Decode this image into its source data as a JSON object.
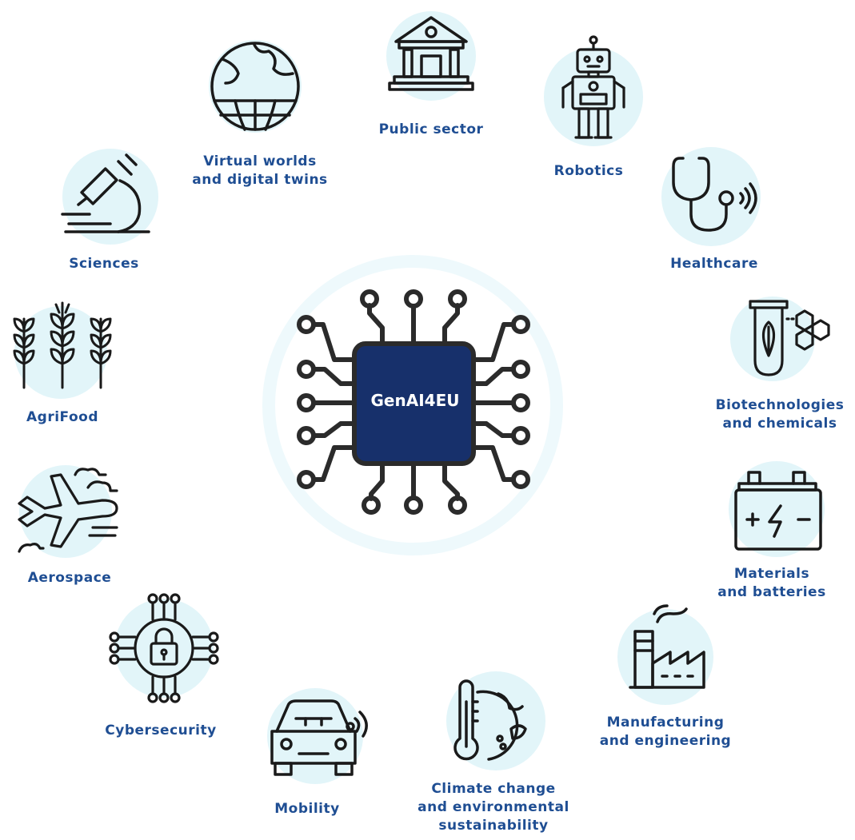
{
  "hub": {
    "label": "GenAI4EU"
  },
  "colors": {
    "label_text": "#1f4e93",
    "chip_fill": "#17306b",
    "chip_text": "#ffffff",
    "icon_stroke": "#1a1a1a",
    "icon_bg": "#e2f5f9",
    "halo": "#eef9fc"
  },
  "sectors": [
    {
      "id": "public-sector",
      "icon": "bank-building-icon",
      "lines": [
        "Public sector"
      ]
    },
    {
      "id": "robotics",
      "icon": "robot-icon",
      "lines": [
        "Robotics"
      ]
    },
    {
      "id": "healthcare",
      "icon": "stethoscope-icon",
      "lines": [
        "Healthcare"
      ]
    },
    {
      "id": "biotech",
      "icon": "test-tube-molecule-icon",
      "lines": [
        "Biotechnologies",
        "and chemicals"
      ]
    },
    {
      "id": "materials",
      "icon": "battery-icon",
      "lines": [
        "Materials",
        "and batteries"
      ]
    },
    {
      "id": "manufacturing",
      "icon": "factory-icon",
      "lines": [
        "Manufacturing",
        "and engineering"
      ]
    },
    {
      "id": "climate",
      "icon": "thermometer-globe-icon",
      "lines": [
        "Climate change",
        "and environmental",
        "sustainability"
      ]
    },
    {
      "id": "mobility",
      "icon": "connected-car-icon",
      "lines": [
        "Mobility"
      ]
    },
    {
      "id": "cybersecurity",
      "icon": "padlock-circuit-icon",
      "lines": [
        "Cybersecurity"
      ]
    },
    {
      "id": "aerospace",
      "icon": "airplane-clouds-icon",
      "lines": [
        "Aerospace"
      ]
    },
    {
      "id": "agrifood",
      "icon": "wheat-icon",
      "lines": [
        "AgriFood"
      ]
    },
    {
      "id": "sciences",
      "icon": "microscope-icon",
      "lines": [
        "Sciences"
      ]
    },
    {
      "id": "virtual-worlds",
      "icon": "globe-grid-icon",
      "lines": [
        "Virtual worlds",
        "and digital twins"
      ]
    }
  ]
}
